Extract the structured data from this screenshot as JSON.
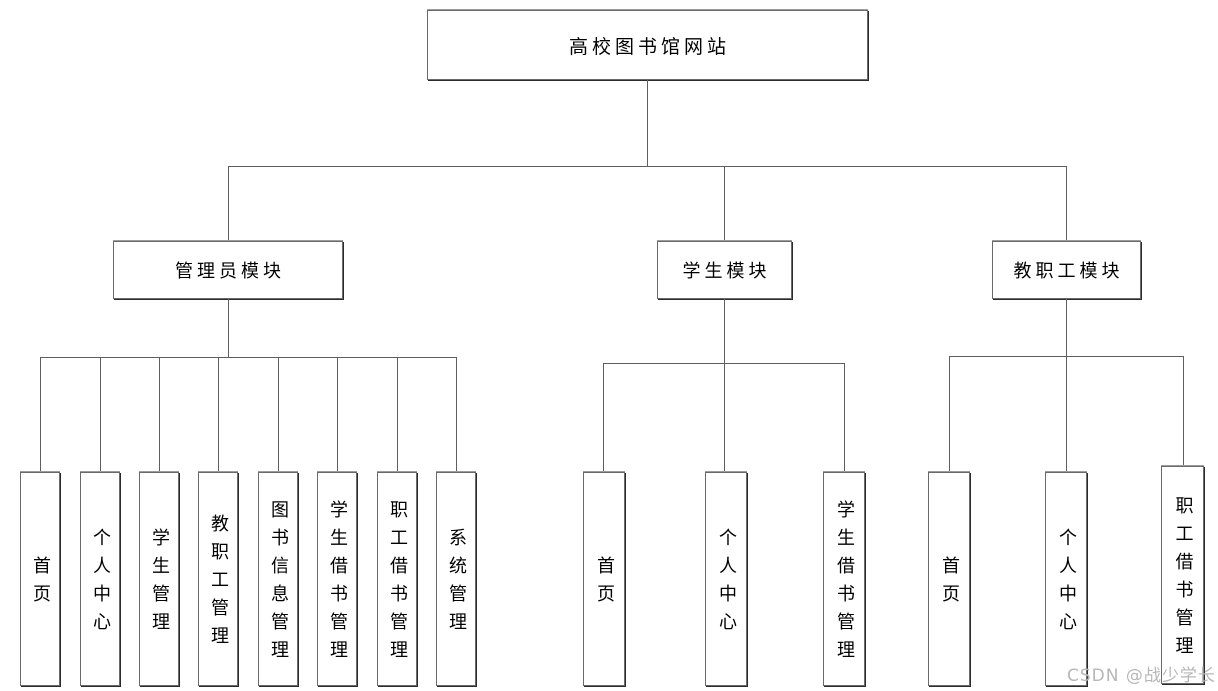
{
  "diagram": {
    "title": "高校图书馆网站",
    "root": {
      "label": "高校图书馆网站"
    },
    "modules": [
      {
        "label": "管理员模块",
        "children": [
          "首页",
          "个人中心",
          "学生管理",
          "教职工管理",
          "图书信息管理",
          "学生借书管理",
          "职工借书管理",
          "系统管理"
        ]
      },
      {
        "label": "学生模块",
        "children": [
          "首页",
          "个人中心",
          "学生借书管理"
        ]
      },
      {
        "label": "教职工模块",
        "children": [
          "首页",
          "个人中心",
          "职工借书管理"
        ]
      }
    ]
  },
  "watermark": {
    "text": "CSDN @战少学长",
    "color": "#b7b7b7"
  },
  "colors": {
    "background": "#ffffff",
    "box_border": "#6a6a6a",
    "box_shadow": "#2b2b2b",
    "connector_line": "#5f5f5f",
    "text": "#000000"
  }
}
